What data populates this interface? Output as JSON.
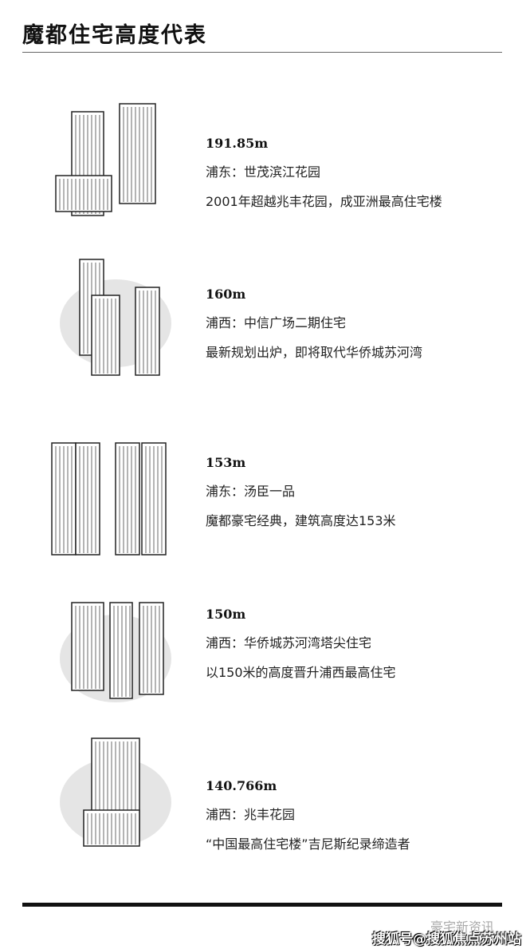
{
  "title": "魔都住宅高度代表",
  "entries": [
    {
      "height": "191.85m",
      "location": "浦东：世茂滨江花园",
      "desc": "2001年超越兆丰花园，成亚洲最高住宅楼"
    },
    {
      "height": "160m",
      "location": "浦西：中信广场二期住宅",
      "desc": "最新规划出炉，即将取代华侨城苏河湾"
    },
    {
      "height": "153m",
      "location": "浦东：汤臣一品",
      "desc": "魔都豪宅经典，建筑高度达153米"
    },
    {
      "height": "150m",
      "location": "浦西：华侨城苏河湾塔尖住宅",
      "desc": "以150米的高度晋升浦西最高住宅"
    },
    {
      "height": "140.766m",
      "location": "浦西：兆丰花园",
      "desc": "“中国最高住宅楼”吉尼斯纪录缔造者"
    }
  ],
  "watermark": {
    "account": "豪宅新资讯",
    "source": "搜狐号@搜狐焦点苏州站"
  }
}
